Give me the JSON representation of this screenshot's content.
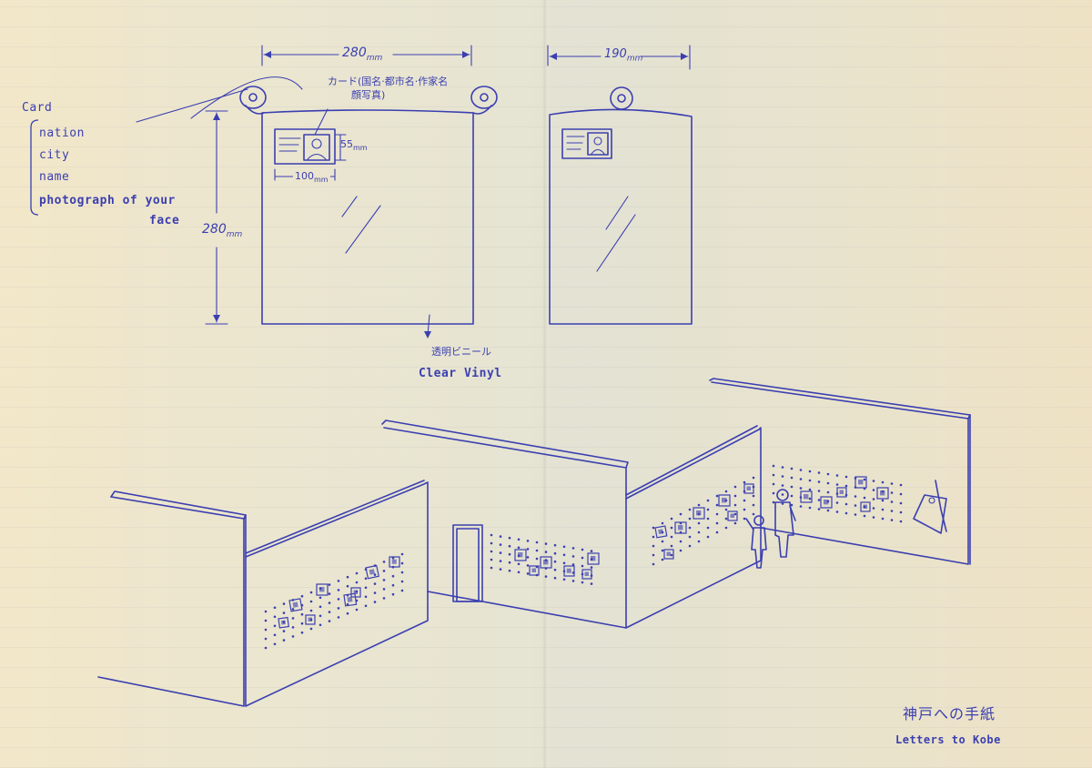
{
  "card_legend": {
    "title": "Card",
    "items": [
      "nation",
      "city",
      "name",
      "photograph of your",
      "face"
    ]
  },
  "dimensions": {
    "front_width": "280",
    "front_height": "280",
    "side_width": "190",
    "unit": "mm",
    "card_width": "100",
    "card_height": "55"
  },
  "annotations": {
    "card_jp_line1": "カード(国名·都市名·作家名",
    "card_jp_line2": "顔写真)",
    "vinyl_jp": "透明ビニール",
    "vinyl_en": "Clear Vinyl"
  },
  "caption": {
    "jp": "神戸への手紙",
    "en": "Letters to Kobe"
  },
  "colors": {
    "ink": "#3b3fb0",
    "paper": "#ece6cf"
  }
}
